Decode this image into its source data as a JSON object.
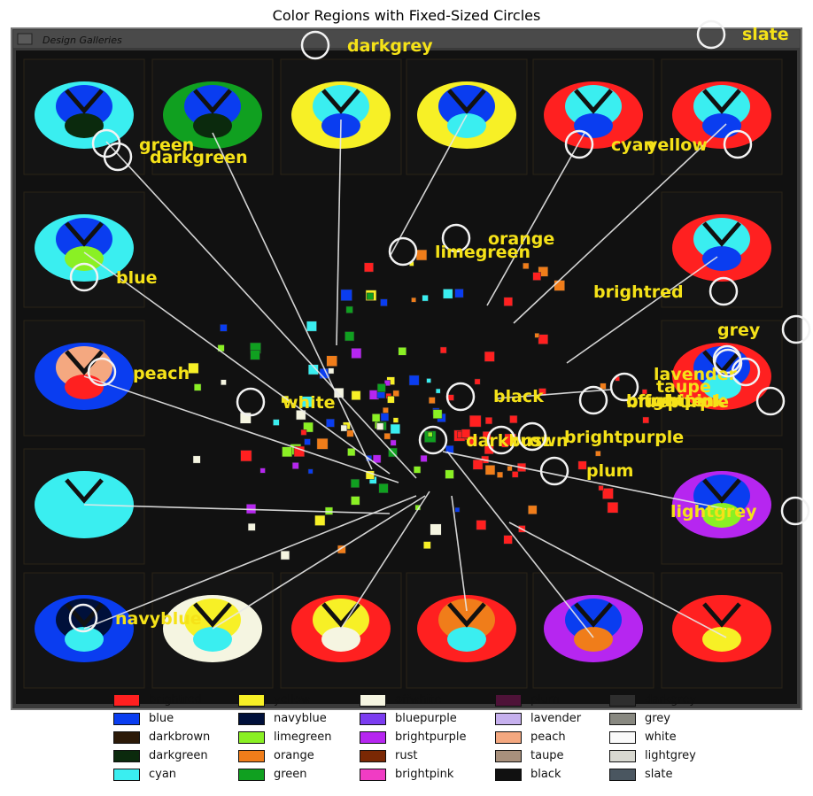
{
  "figure": {
    "title": "Color Regions with Fixed-Sized Circles"
  },
  "window": {
    "title": "Design Galleries"
  },
  "colors": {
    "label_text": "#f5e218",
    "circle_stroke": "#f2f2f2",
    "panel_bg": "#111111",
    "window_frame": "#3a3a3a"
  },
  "annotations": [
    {
      "label": "darkgrey"
    },
    {
      "label": "slate"
    },
    {
      "label": "green"
    },
    {
      "label": "darkgreen"
    },
    {
      "label": "cyan"
    },
    {
      "label": "yellow"
    },
    {
      "label": "orange"
    },
    {
      "label": "limegreen"
    },
    {
      "label": "blue"
    },
    {
      "label": "brightred"
    },
    {
      "label": "grey"
    },
    {
      "label": "lavender"
    },
    {
      "label": "taupe"
    },
    {
      "label": "offwhite"
    },
    {
      "label": "peach"
    },
    {
      "label": "white"
    },
    {
      "label": "black"
    },
    {
      "label": "bluepurple"
    },
    {
      "label": "brightpink"
    },
    {
      "label": "darkbrown"
    },
    {
      "label": "rust"
    },
    {
      "label": "brightpurple"
    },
    {
      "label": "plum"
    },
    {
      "label": "lightgrey"
    },
    {
      "label": "navyblue"
    }
  ],
  "legend": [
    {
      "label": "brightred",
      "color": "#ff2020"
    },
    {
      "label": "blue",
      "color": "#0a3df0"
    },
    {
      "label": "darkbrown",
      "color": "#2c1a08"
    },
    {
      "label": "darkgreen",
      "color": "#0b2a0d"
    },
    {
      "label": "cyan",
      "color": "#3aeef0"
    },
    {
      "label": "yellow",
      "color": "#f7f026"
    },
    {
      "label": "navyblue",
      "color": "#00103a"
    },
    {
      "label": "limegreen",
      "color": "#8af024"
    },
    {
      "label": "orange",
      "color": "#f07d1a"
    },
    {
      "label": "green",
      "color": "#10a020"
    },
    {
      "label": "offwhite",
      "color": "#f5f5e1"
    },
    {
      "label": "bluepurple",
      "color": "#7b3cf0"
    },
    {
      "label": "brightpurple",
      "color": "#b626f0"
    },
    {
      "label": "rust",
      "color": "#7a2804"
    },
    {
      "label": "brightpink",
      "color": "#f03cc4"
    },
    {
      "label": "plum",
      "color": "#4e1238"
    },
    {
      "label": "lavender",
      "color": "#c6b0ee"
    },
    {
      "label": "peach",
      "color": "#f4a880"
    },
    {
      "label": "taupe",
      "color": "#a8907c"
    },
    {
      "label": "black",
      "color": "#111111"
    },
    {
      "label": "darkgrey",
      "color": "#2e2e2e"
    },
    {
      "label": "grey",
      "color": "#888880"
    },
    {
      "label": "white",
      "color": "#fafafa"
    },
    {
      "label": "lightgrey",
      "color": "#d8d8d0"
    },
    {
      "label": "slate",
      "color": "#4a5660"
    }
  ]
}
